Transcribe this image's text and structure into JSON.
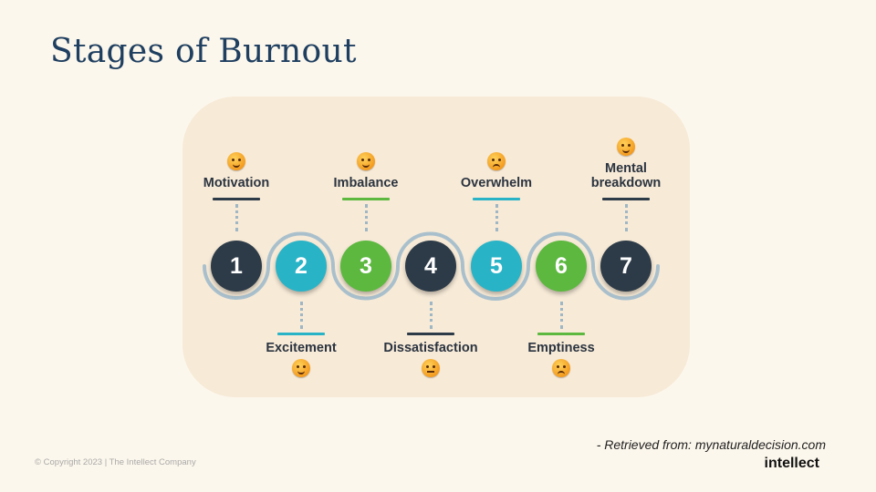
{
  "title": "Stages of Burnout",
  "stages": [
    {
      "number": "1",
      "label": "Motivation",
      "color": "#2d3b48",
      "bar_color": "#2d3b48",
      "emoji": "star-struck-emoji-icon",
      "position": "top"
    },
    {
      "number": "2",
      "label": "Excitement",
      "color": "#29b3c7",
      "bar_color": "#29b3c7",
      "emoji": "grinning-emoji-icon",
      "position": "bottom"
    },
    {
      "number": "3",
      "label": "Imbalance",
      "color": "#5cb83f",
      "bar_color": "#5cb83f",
      "emoji": "heart-eyes-emoji-icon",
      "position": "top"
    },
    {
      "number": "4",
      "label": "Dissatisfaction",
      "color": "#2d3b48",
      "bar_color": "#2d3b48",
      "emoji": "neutral-face-emoji-icon",
      "position": "bottom"
    },
    {
      "number": "5",
      "label": "Overwhelm",
      "color": "#29b3c7",
      "bar_color": "#29b3c7",
      "emoji": "angry-face-emoji-icon",
      "position": "top"
    },
    {
      "number": "6",
      "label": "Emptiness",
      "color": "#5cb83f",
      "bar_color": "#5cb83f",
      "emoji": "persevering-face-emoji-icon",
      "position": "bottom"
    },
    {
      "number": "7",
      "label": "Mental\nbreakdown",
      "color": "#2d3b48",
      "bar_color": "#2d3b48",
      "emoji": "exploding-head-emoji-icon",
      "position": "top"
    }
  ],
  "source": "- Retrieved from: mynaturaldecision.com",
  "copyright": "© Copyright 2023 | The Intellect Company",
  "brand": "intellect"
}
